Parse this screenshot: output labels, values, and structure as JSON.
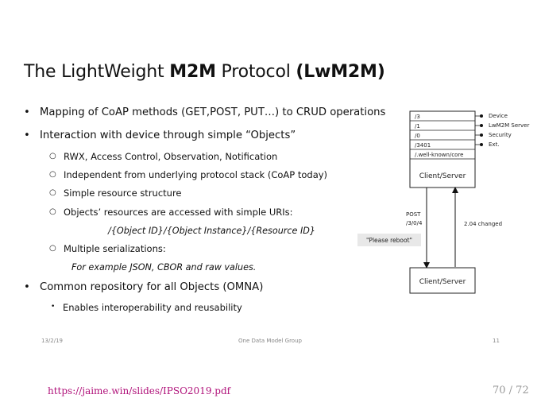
{
  "slide": {
    "title_prefix": "The LightWeight ",
    "title_bold1": "M2M",
    "title_middle": " Protocol ",
    "title_bold2": "(LwM2M)",
    "bullets": [
      "Mapping of CoAP methods (GET,POST, PUT…) to CRUD operations",
      "Interaction with device through simple “Objects”",
      "Common repository for all Objects (OMNA)"
    ],
    "subbullets": [
      "RWX, Access Control, Observation, Notification",
      "Independent from underlying protocol stack (CoAP today)",
      "Simple resource structure",
      "Objects’ resources are accessed with simple URIs:",
      "Multiple serializations:"
    ],
    "uri_example": "/{Object ID}/{Object Instance}/{Resource ID}",
    "serialization_example": "For example JSON, CBOR and raw values.",
    "subsub": "Enables interoperability and reusability",
    "marker_circle": "○",
    "marker_dot": "•"
  },
  "diagram": {
    "rows": [
      "/3",
      "/1",
      "/0",
      "/3401",
      "/.well-known/core"
    ],
    "labels": [
      "Device",
      "LwM2M Server",
      "Security",
      "Ext."
    ],
    "top_box": "Client/Server",
    "bottom_box": "Client/Server",
    "post_label_1": "POST",
    "post_label_2": "/3/0/4",
    "response_label": "2.04 changed",
    "payload": "\"Please reboot\""
  },
  "footer": {
    "date": "13/2/19",
    "center": "One Data Model Group",
    "number": "11"
  },
  "link": "https://jaime.win/slides/IPSO2019.pdf",
  "pager": "70 / 72"
}
